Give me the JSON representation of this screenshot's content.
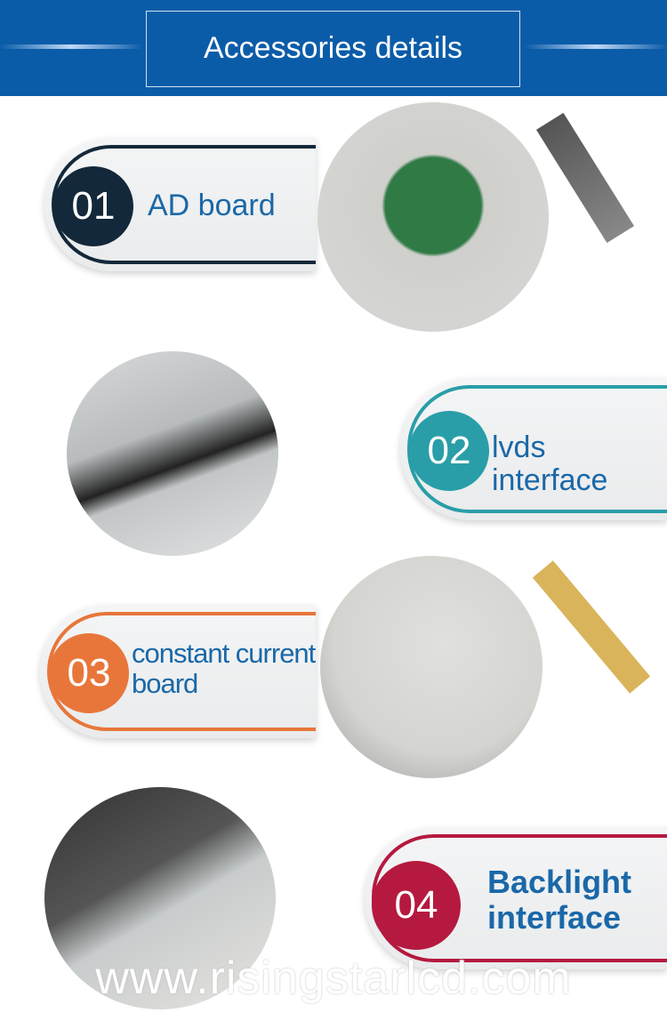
{
  "header": {
    "title": "Accessories details"
  },
  "items": [
    {
      "number": "01",
      "label": "AD board",
      "color": "#13283a"
    },
    {
      "number": "02",
      "label": "lvds interface",
      "color": "#2a9ea8"
    },
    {
      "number": "03",
      "label_line1": "constant current",
      "label_line2": "board",
      "color": "#e8763a"
    },
    {
      "number": "04",
      "label_line1": "Backlight",
      "label_line2": "interface",
      "color": "#b5193f"
    }
  ],
  "watermark": "www.risingstarlcd.com"
}
